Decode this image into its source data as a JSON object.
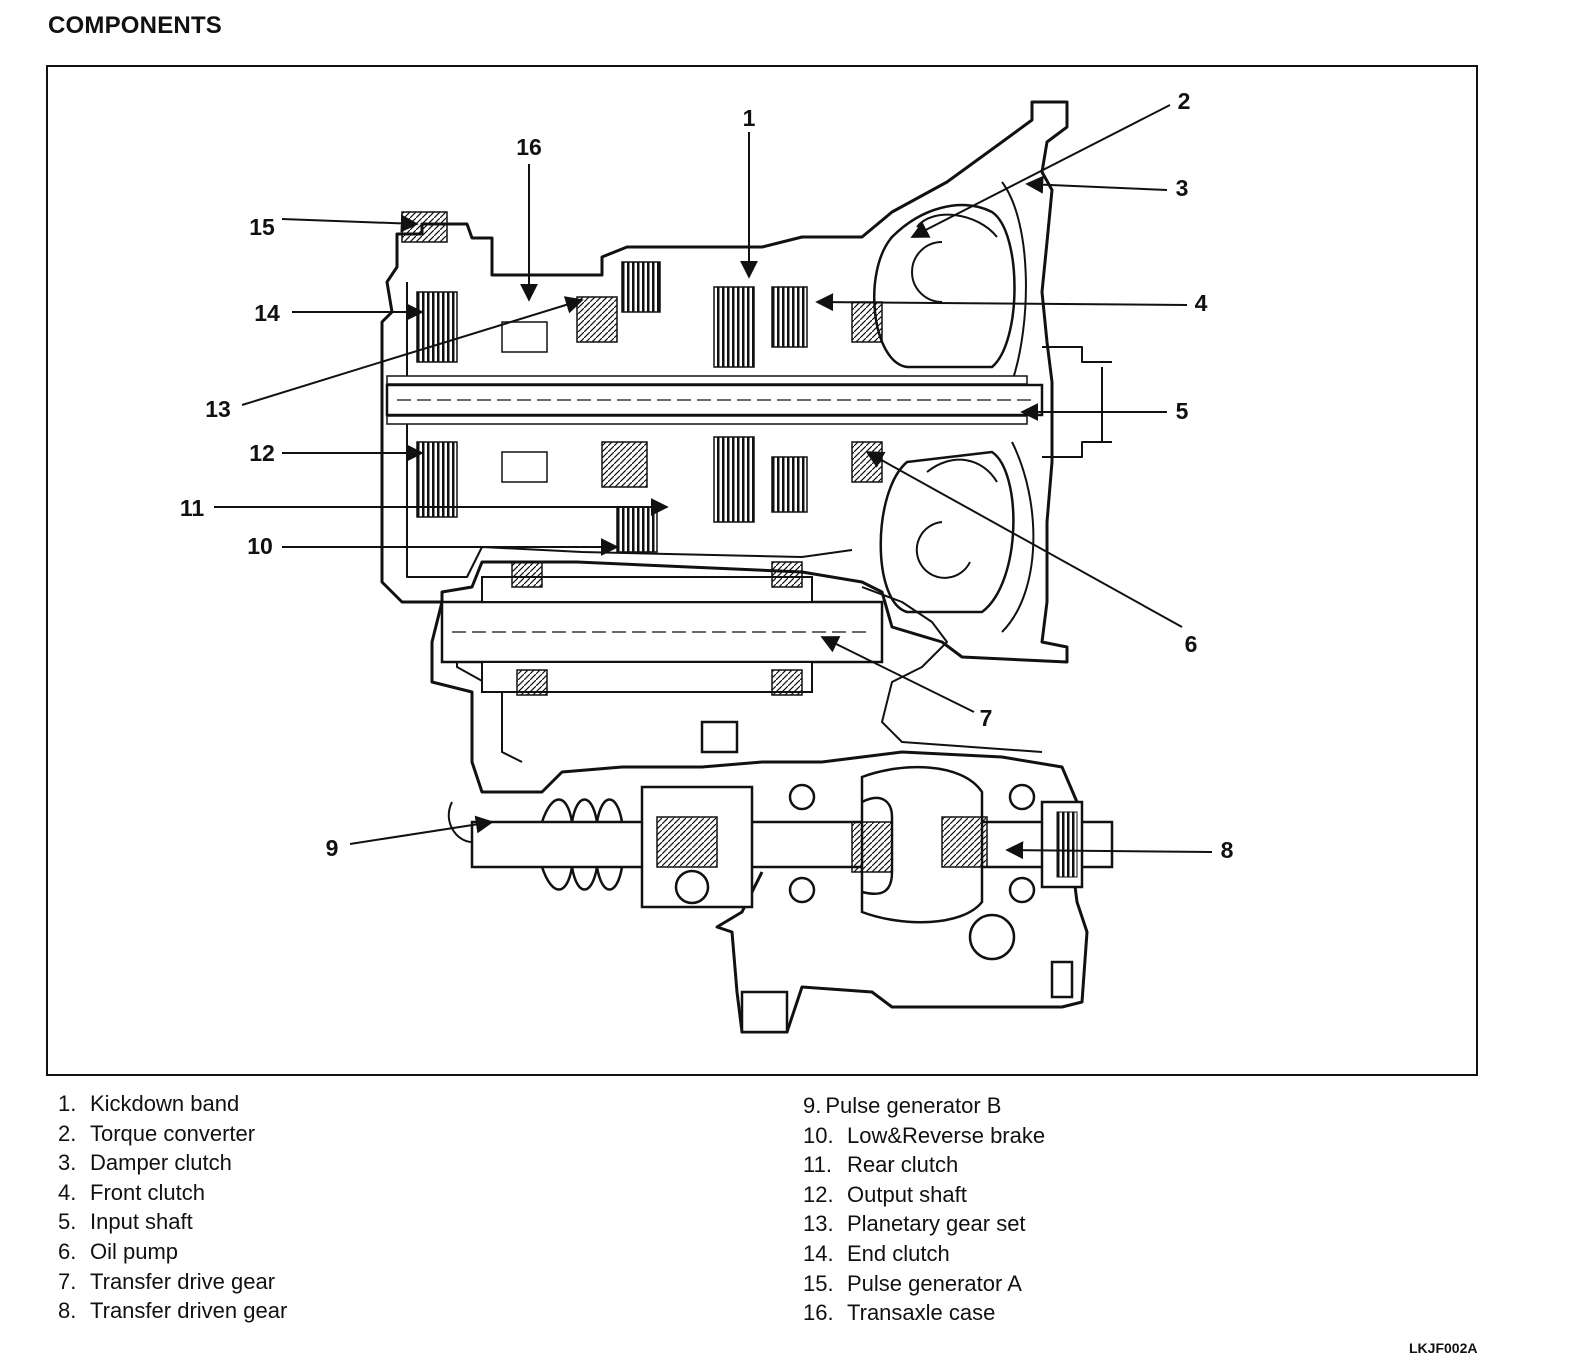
{
  "page": {
    "title": "COMPONENTS",
    "reference_code": "LKJF002A"
  },
  "callouts": [
    "1",
    "2",
    "3",
    "4",
    "5",
    "6",
    "7",
    "8",
    "9",
    "10",
    "11",
    "12",
    "13",
    "14",
    "15",
    "16"
  ],
  "legend": {
    "left": [
      {
        "num": "1.",
        "label": "Kickdown band"
      },
      {
        "num": "2.",
        "label": "Torque converter"
      },
      {
        "num": "3.",
        "label": "Damper clutch"
      },
      {
        "num": "4.",
        "label": "Front clutch"
      },
      {
        "num": "5.",
        "label": "Input shaft"
      },
      {
        "num": "6.",
        "label": "Oil pump"
      },
      {
        "num": "7.",
        "label": "Transfer drive gear"
      },
      {
        "num": "8.",
        "label": "Transfer driven gear"
      }
    ],
    "right": [
      {
        "num": "9.",
        "label": "Pulse generator B"
      },
      {
        "num": "10.",
        "label": "Low&Reverse brake"
      },
      {
        "num": "11.",
        "label": "Rear clutch"
      },
      {
        "num": "12.",
        "label": "Output shaft"
      },
      {
        "num": "13.",
        "label": "Planetary gear set"
      },
      {
        "num": "14.",
        "label": "End clutch"
      },
      {
        "num": "15.",
        "label": "Pulse generator A"
      },
      {
        "num": "16.",
        "label": "Transaxle case"
      }
    ]
  }
}
